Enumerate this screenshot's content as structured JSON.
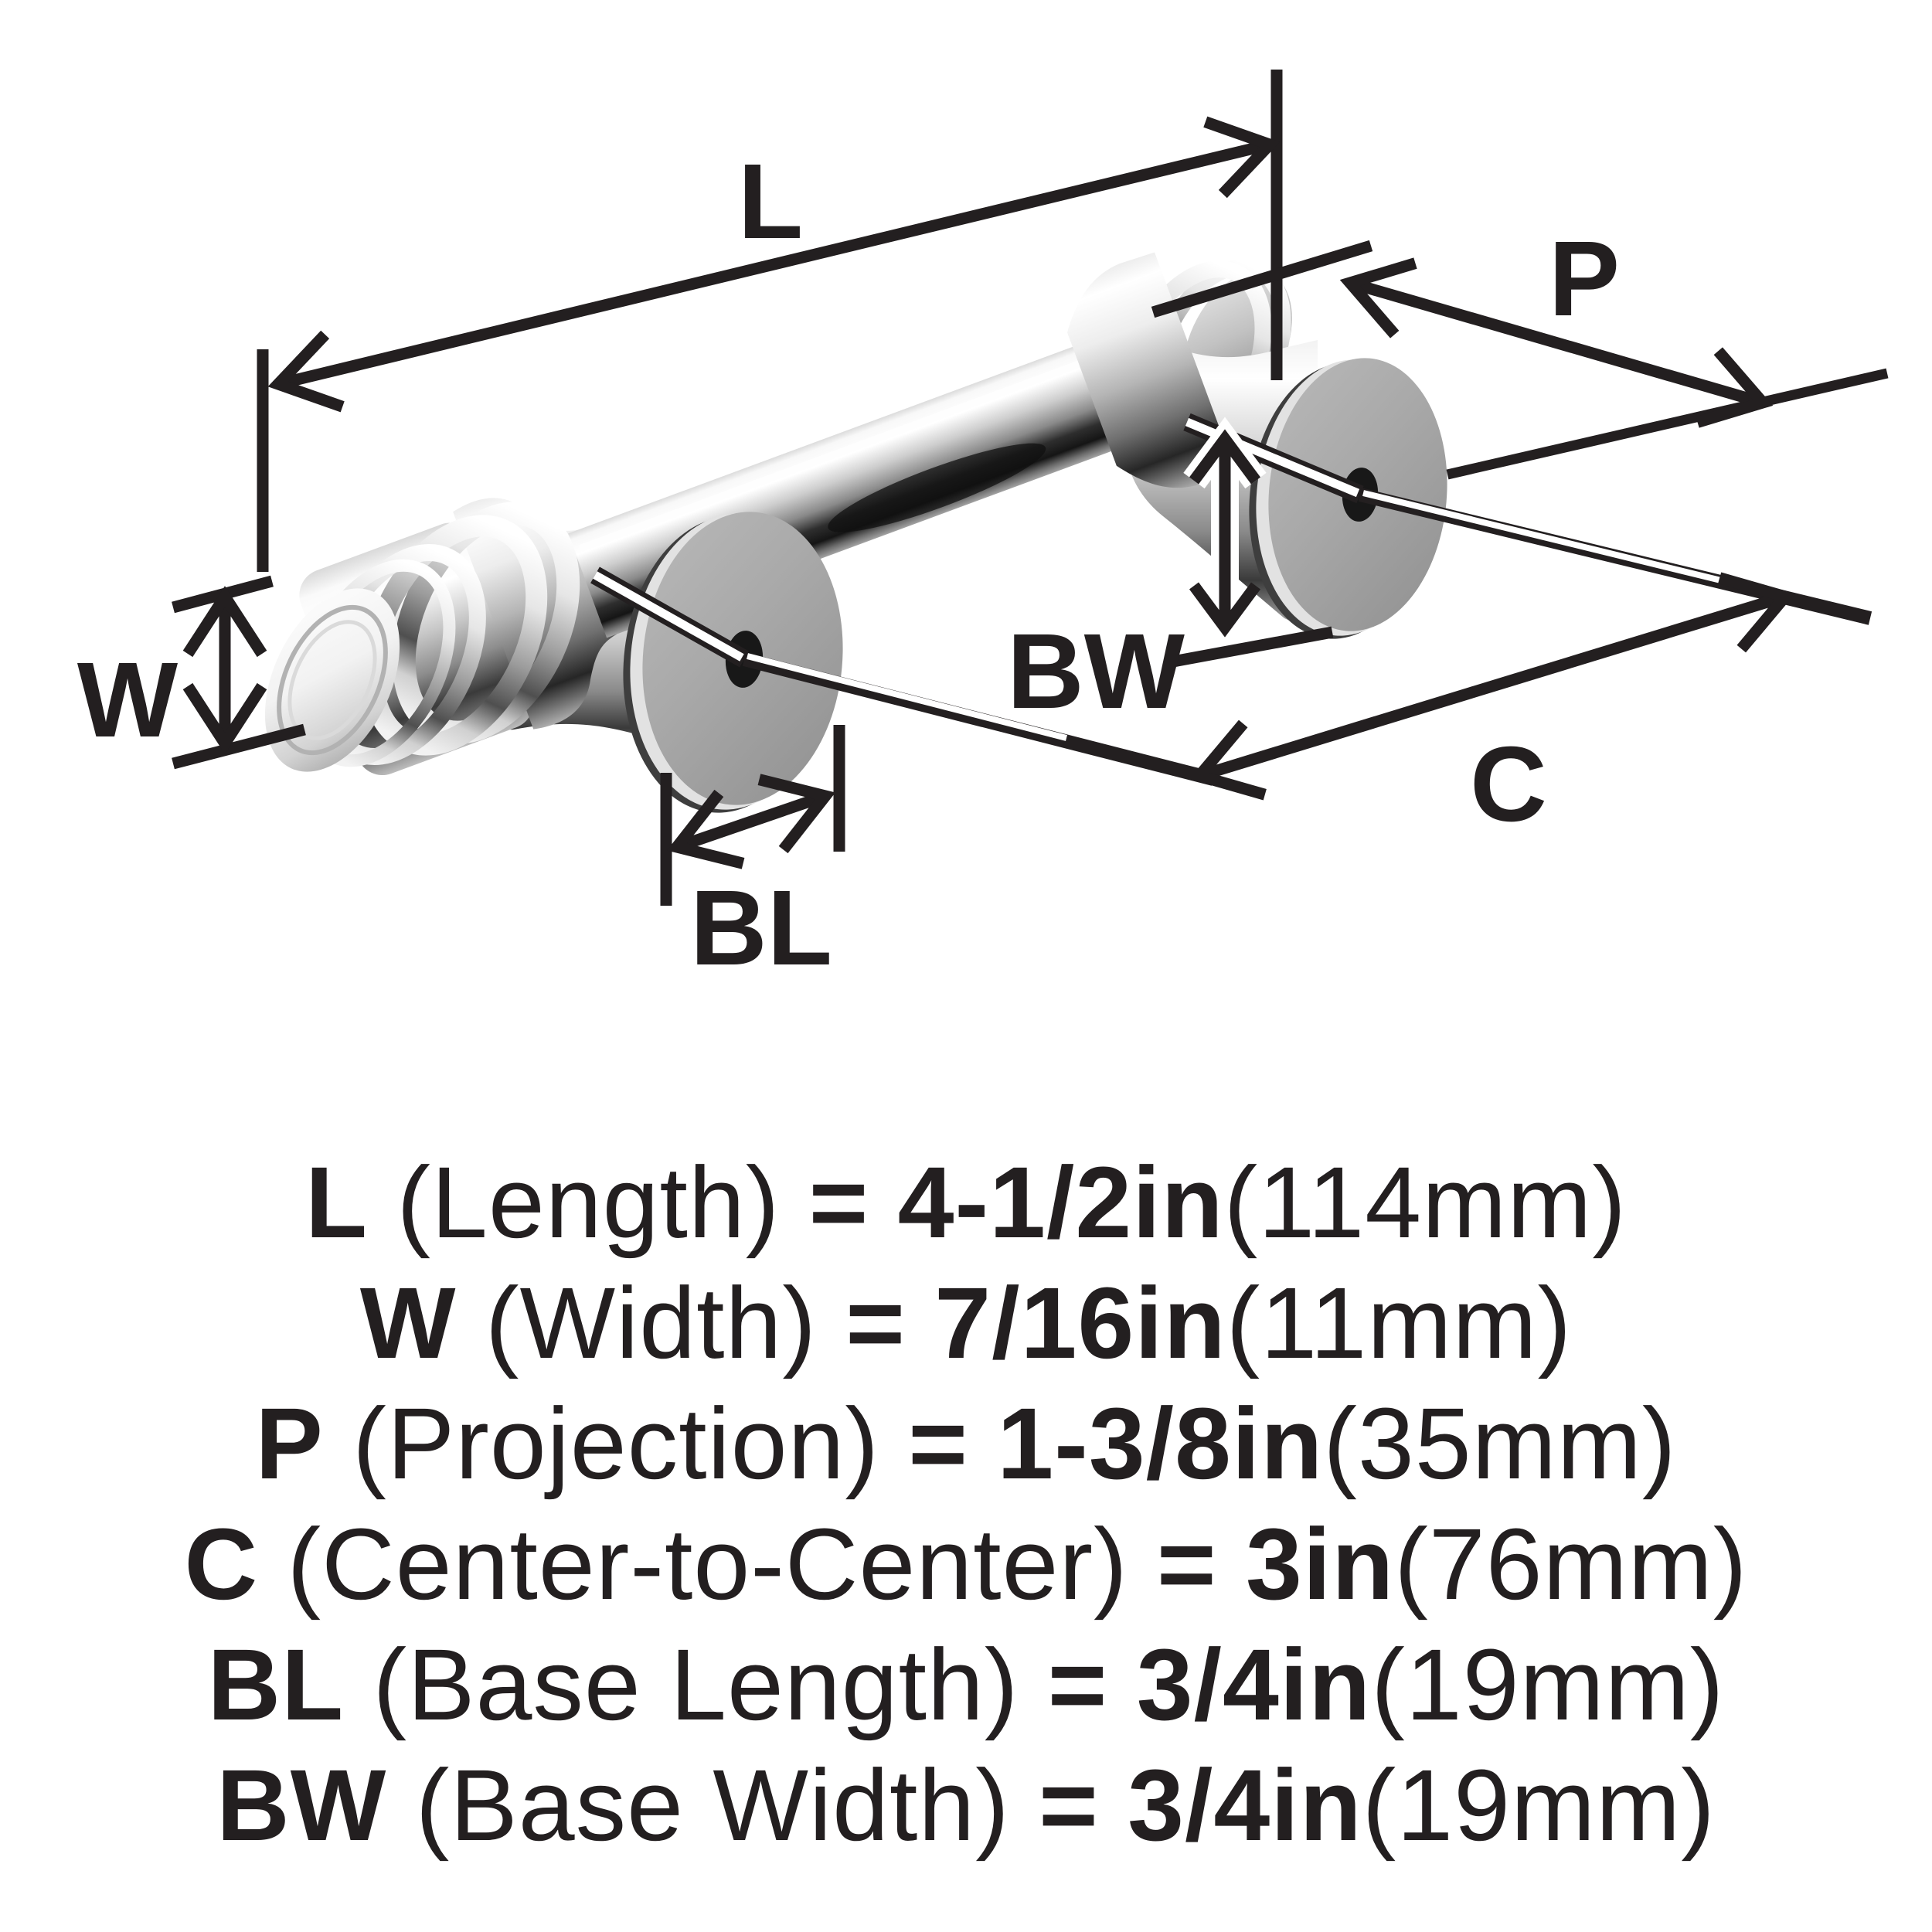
{
  "diagram": {
    "type": "product-dimension-diagram",
    "subject": "cabinet bar pull with two round mounting bases",
    "callouts": [
      "L",
      "W",
      "P",
      "BW",
      "C",
      "BL"
    ],
    "colors": {
      "background": "#ffffff",
      "dimension_line": "#231f20",
      "base_disc_gray": "#a9a9a9",
      "chrome_highlight": "#ffffff",
      "chrome_shadow": "#161616"
    }
  },
  "legend": {
    "rows": [
      {
        "symbol": "L",
        "name": " (Length) ",
        "equals_value": "= 4-1/2in",
        "metric": "(114mm)"
      },
      {
        "symbol": "W",
        "name": " (Width) ",
        "equals_value": "= 7/16in",
        "metric": "(11mm)"
      },
      {
        "symbol": "P",
        "name": " (Projection) ",
        "equals_value": "= 1-3/8in",
        "metric": "(35mm)"
      },
      {
        "symbol": "C",
        "name": " (Center-to-Center) ",
        "equals_value": "= 3in",
        "metric": "(76mm)"
      },
      {
        "symbol": "BL",
        "name": " (Base Length) ",
        "equals_value": "= 3/4in",
        "metric": "(19mm)"
      },
      {
        "symbol": "BW",
        "name": " (Base Width) ",
        "equals_value": "= 3/4in",
        "metric": "(19mm)"
      }
    ]
  }
}
